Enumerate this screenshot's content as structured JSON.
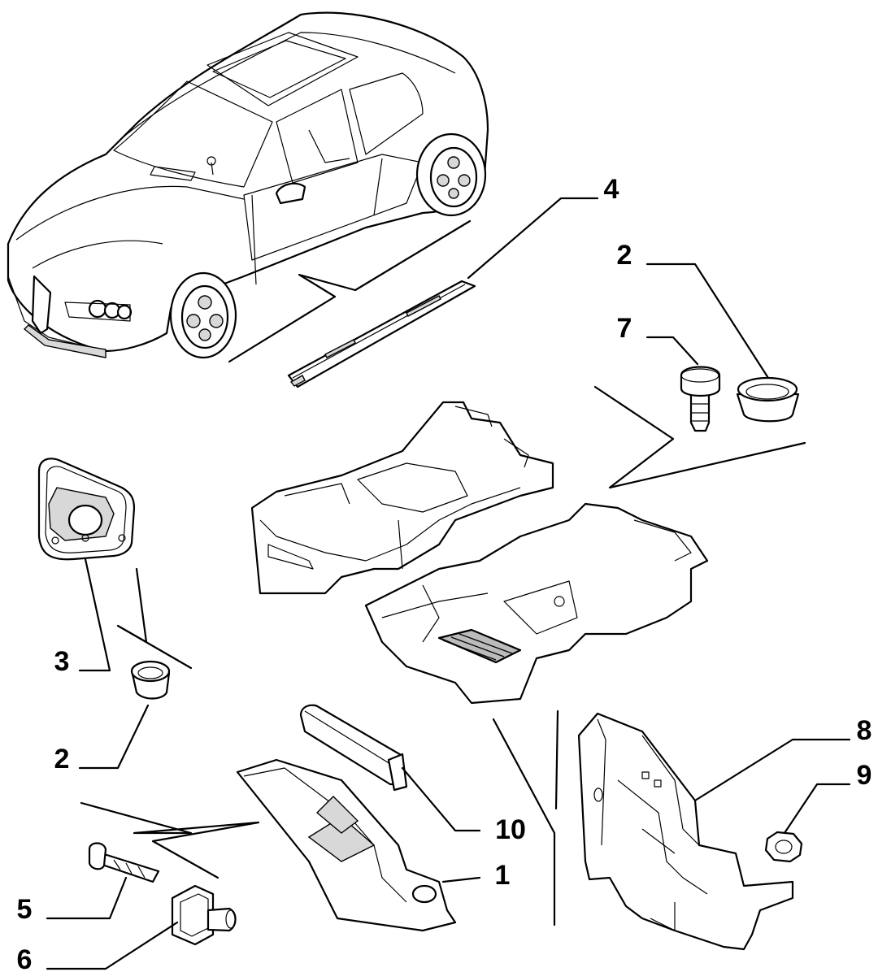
{
  "callouts": {
    "c4": "4",
    "c2_top": "2",
    "c7": "7",
    "c3": "3",
    "c2_bottom": "2",
    "c8": "8",
    "c9": "9",
    "c10": "10",
    "c1": "1",
    "c5": "5",
    "c6": "6"
  },
  "colors": {
    "ink": "#000000",
    "paper": "#ffffff",
    "shade": "#d8d8d8"
  }
}
